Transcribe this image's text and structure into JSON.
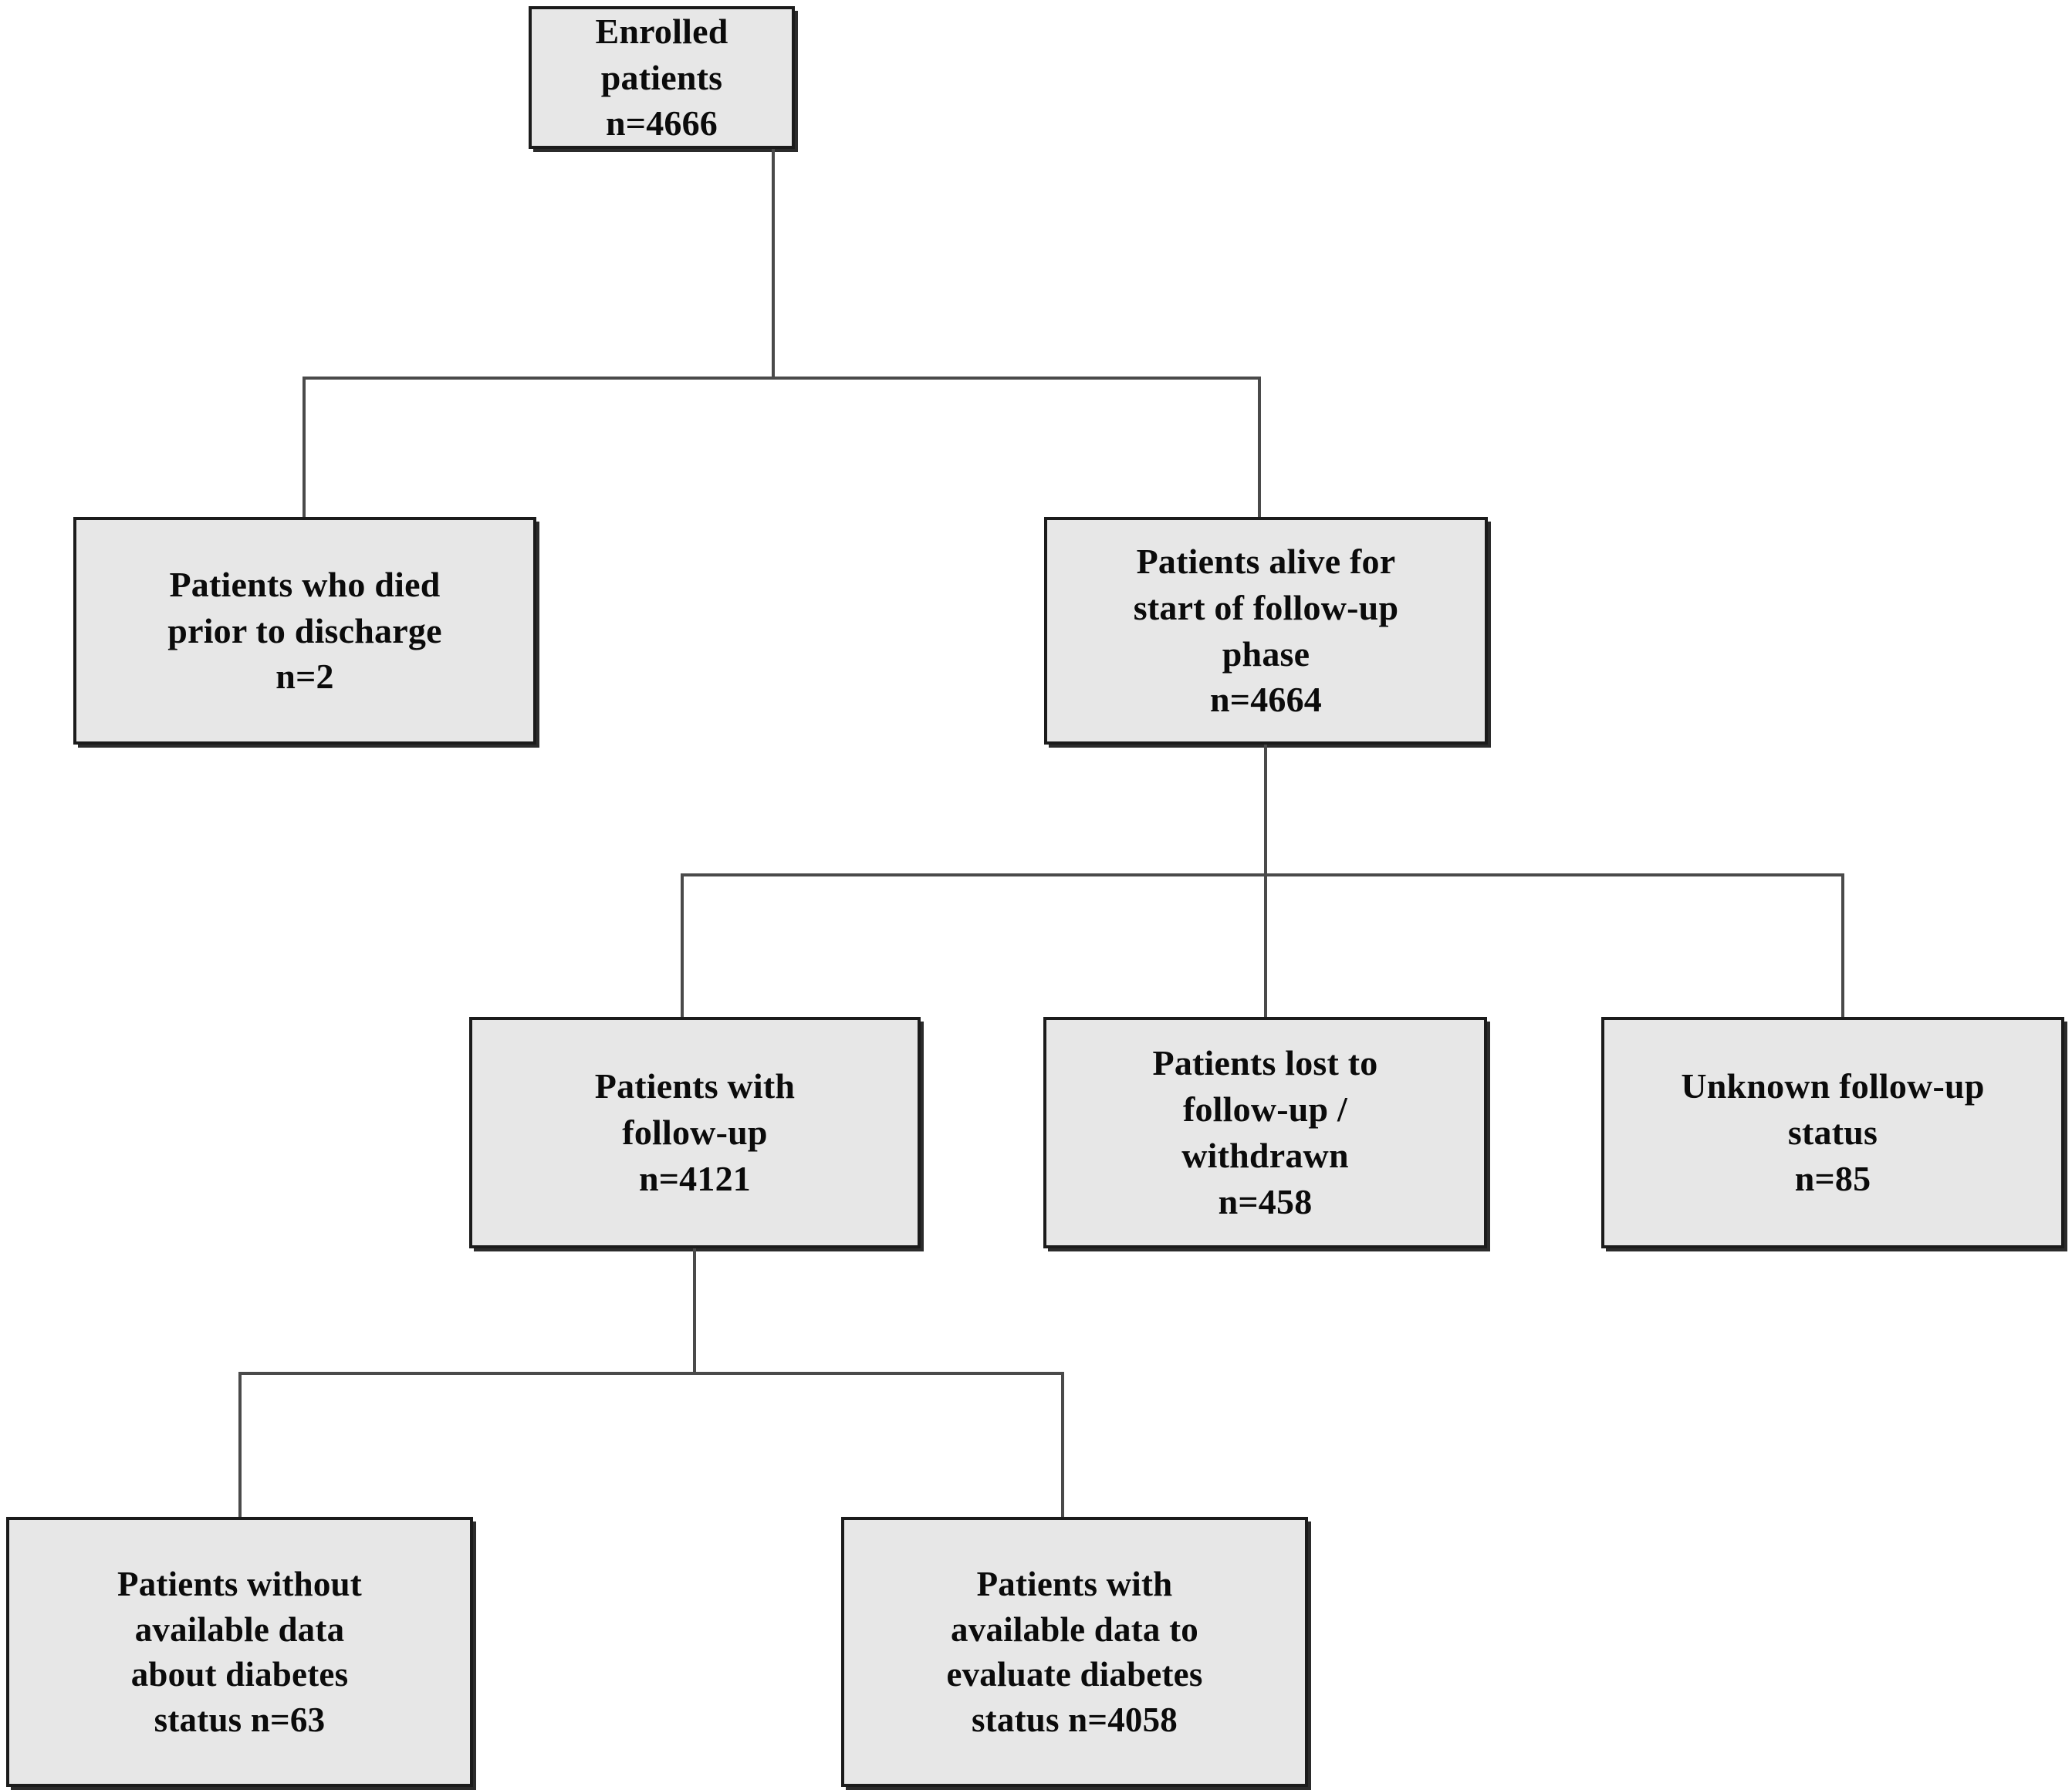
{
  "diagram": {
    "title": "Patient enrollment and follow-up flow diagram",
    "type": "flowchart",
    "style": {
      "node_fill": "#e7e7e7",
      "node_border": "#1b1b1b",
      "connector": "#4a4a4a",
      "text": "#0b0b0b",
      "background": "#ffffff"
    },
    "nodes": [
      {
        "id": "enrolled",
        "label": "Enrolled patients\nn=4666",
        "title": "Enrolled patients",
        "count_label": "n=4666",
        "count": 4666,
        "level": 0
      },
      {
        "id": "died-before-discharge",
        "label": "Patients who died\nprior to discharge\nn=2",
        "title": "Patients who died prior to discharge",
        "count_label": "n=2",
        "count": 2,
        "level": 1
      },
      {
        "id": "alive-for-followup",
        "label": "Patients alive for\nstart of follow-up\nphase\nn=4664",
        "title": "Patients alive for start of follow-up phase",
        "count_label": "n=4664",
        "count": 4664,
        "level": 1
      },
      {
        "id": "with-followup",
        "label": "Patients with\nfollow-up\nn=4121",
        "title": "Patients with follow-up",
        "count_label": "n=4121",
        "count": 4121,
        "level": 2
      },
      {
        "id": "lost-withdrawn",
        "label": "Patients lost to\nfollow-up /\nwithdrawn\nn=458",
        "title": "Patients lost to follow-up / withdrawn",
        "count_label": "n=458",
        "count": 458,
        "level": 2
      },
      {
        "id": "unknown-status",
        "label": "Unknown follow-up\nstatus\nn=85",
        "title": "Unknown follow-up status",
        "count_label": "n=85",
        "count": 85,
        "level": 2
      },
      {
        "id": "no-diabetes-data",
        "label": "Patients without\navailable data\nabout diabetes\nstatus n=63",
        "title": "Patients without available data about diabetes status",
        "count_label": "n=63",
        "count": 63,
        "level": 3
      },
      {
        "id": "has-diabetes-data",
        "label": "Patients with\navailable data to\nevaluate diabetes\nstatus n=4058",
        "title": "Patients with available data to evaluate diabetes status",
        "count_label": "n=4058",
        "count": 4058,
        "level": 3
      }
    ],
    "edges": [
      {
        "from": "enrolled",
        "to": "died-before-discharge"
      },
      {
        "from": "enrolled",
        "to": "alive-for-followup"
      },
      {
        "from": "alive-for-followup",
        "to": "with-followup"
      },
      {
        "from": "alive-for-followup",
        "to": "lost-withdrawn"
      },
      {
        "from": "alive-for-followup",
        "to": "unknown-status"
      },
      {
        "from": "with-followup",
        "to": "no-diabetes-data"
      },
      {
        "from": "with-followup",
        "to": "has-diabetes-data"
      }
    ]
  }
}
